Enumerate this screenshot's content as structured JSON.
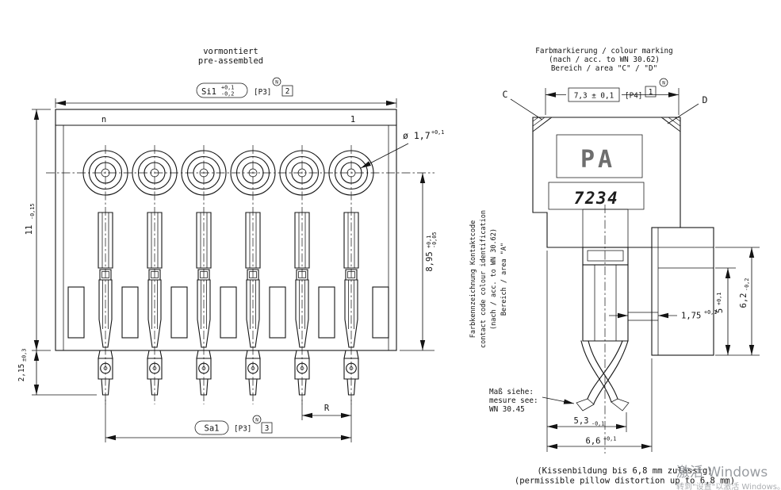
{
  "drawing": {
    "left": {
      "title1": "vormontiert",
      "title2": "pre-assembled",
      "si1": "Si1",
      "si1_tu": "+0,1",
      "si1_td": "-0,2",
      "si1_ref": "[P3]",
      "si1_box": "2",
      "si1_badge": "N",
      "pole_n": "n",
      "pole_1": "1",
      "dia": "ø 1,7",
      "dia_t": "+0,1",
      "h11": "11",
      "h11_t": "-0,15",
      "h895": "8,95",
      "h895_tu": "+0,1",
      "h895_td": "-0,05",
      "h215": "2,15",
      "h215_t": "±0,3",
      "r": "R",
      "sa1": "Sa1",
      "sa1_ref": "[P3]",
      "sa1_box": "3",
      "sa1_badge": "N"
    },
    "right": {
      "cm1": "Farbmarkierung / colour marking",
      "cm2": "(nach / acc. to WN 30.62)",
      "cm3": "Bereich / area \"C\" / \"D\"",
      "c": "C",
      "d": "D",
      "d73": "7,3 ± 0,1",
      "p4": "[P4]",
      "p4_box": "1",
      "p4_badge": "N",
      "pa": "PA",
      "code": "7234",
      "cc1": "Farbkennzeichnung Kontaktcode",
      "cc2": "contact code colour identification",
      "cc3": "(nach / acc. to WN 30.62)",
      "cc4": "Bereich / area \"A\"",
      "d175": "1,75",
      "d175_t": "+0,1",
      "d5": "5",
      "d5_t": "+0,1",
      "d62": "6,2",
      "d62_t": "-0,2",
      "mass1": "Maß siehe:",
      "mass2": "mesure see:",
      "mass3": "WN 30.45",
      "d53": "5,3",
      "d53_t": "-0,1",
      "d66": "6,6",
      "d66_t": "+0,1"
    },
    "footer": {
      "note1": "(Kissenbildung bis 6,8 mm zulässig)",
      "note2": "(permissible pillow distortion up to 6,8 mm)",
      "wm1": "激活 Windows",
      "wm2": "转到\"设置\"以激活 Windows。"
    }
  }
}
